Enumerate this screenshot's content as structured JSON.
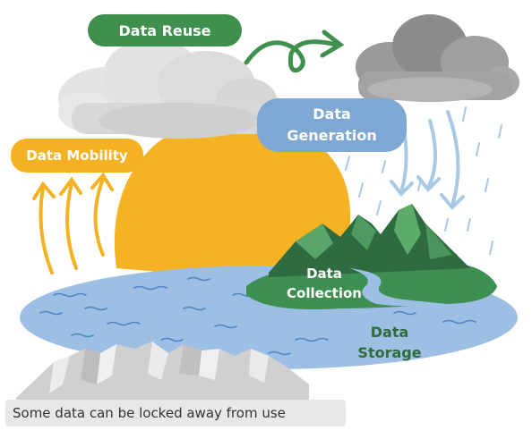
{
  "labels": {
    "reuse": "Data Reuse",
    "mobility": "Data Mobility",
    "generation_line1": "Data",
    "generation_line2": "Generation",
    "collection_line1": "Data",
    "collection_line2": "Collection",
    "storage_line1": "Data",
    "storage_line2": "Storage"
  },
  "caption": "Some data can be locked away from use",
  "icons": [
    "sun-icon",
    "cloud-icon",
    "rain-cloud-icon",
    "mountain-island-icon",
    "lake-icon",
    "snow-mountains-icon",
    "curved-arrow-icon",
    "up-arrow-icon",
    "down-arrow-icon"
  ],
  "colors": {
    "reuse_bg": "#3f8f4f",
    "mobility_bg": "#f4b223",
    "generation_bg": "#7ea8d3",
    "sun": "#f5b324",
    "water": "#9cbfe3",
    "island": "#3e8f52",
    "mountain_dark": "#2e6b3f",
    "label_text_light": "#ffffff",
    "label_text_dark": "#2f6b3b",
    "caption_bg": "#e8e8e8",
    "caption_text": "#333333"
  }
}
